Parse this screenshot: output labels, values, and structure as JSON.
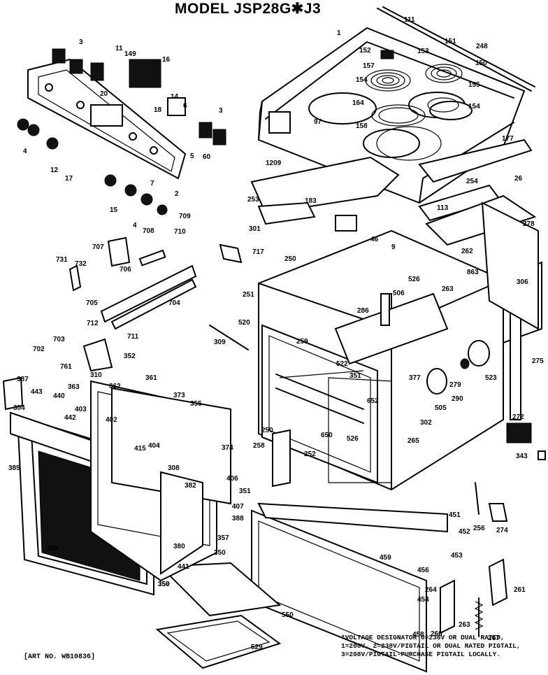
{
  "title": "MODEL JSP28G✱J3",
  "art_no": "[ART NO. WB10836]",
  "footnote": [
    "*VOLTAGE DESIGNATOR 0=236V OR DUAL RATED,",
    "1=208V, 2=238V/PIGTAIL OR DUAL RATED PIGTAIL,",
    "3=208V/PIGTAIL-PURCHASE PIGTAIL LOCALLY."
  ],
  "callouts": [
    "111",
    "1",
    "151",
    "248",
    "152",
    "153",
    "157",
    "150",
    "154",
    "155",
    "164",
    "154",
    "158",
    "97",
    "177",
    "26",
    "1209",
    "254",
    "253",
    "183",
    "113",
    "301",
    "46",
    "9",
    "278",
    "717",
    "250",
    "262",
    "863",
    "526",
    "306",
    "251",
    "506",
    "263",
    "275",
    "286",
    "520",
    "309",
    "259",
    "522",
    "351",
    "377",
    "523",
    "279",
    "290",
    "505",
    "302",
    "652",
    "650",
    "526",
    "265",
    "272",
    "343",
    "250",
    "252",
    "258",
    "707",
    "731",
    "732",
    "706",
    "705",
    "704",
    "712",
    "711",
    "703",
    "702",
    "761",
    "352",
    "310",
    "362",
    "361",
    "387",
    "443",
    "363",
    "373",
    "355",
    "374",
    "304",
    "440",
    "403",
    "442",
    "402",
    "415",
    "404",
    "385",
    "308",
    "382",
    "406",
    "351",
    "407",
    "388",
    "357",
    "350",
    "380",
    "441",
    "350",
    "360",
    "359",
    "451",
    "452",
    "256",
    "274",
    "453",
    "459",
    "456",
    "264",
    "261",
    "454",
    "550",
    "529",
    "458",
    "263",
    "260",
    "267",
    "3",
    "11",
    "149",
    "16",
    "20",
    "14",
    "18",
    "6",
    "3",
    "5",
    "60",
    "4",
    "12",
    "17",
    "7",
    "2",
    "15",
    "4",
    "709",
    "708",
    "710"
  ]
}
